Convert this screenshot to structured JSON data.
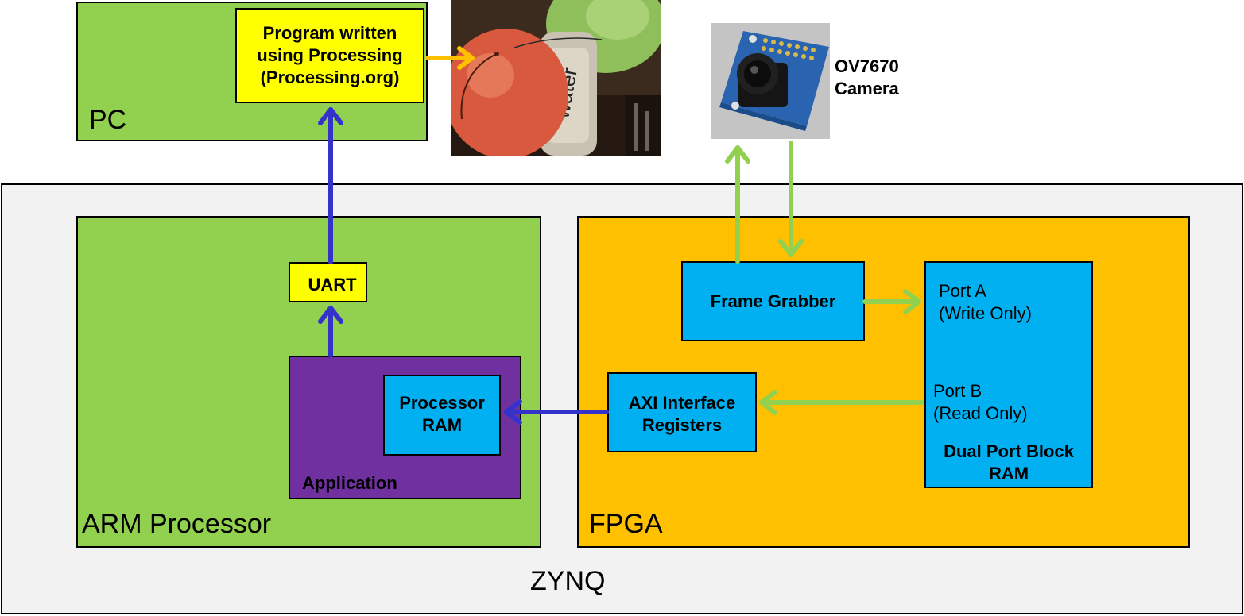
{
  "colors": {
    "green": "#92D050",
    "orange": "#FFC000",
    "yellow": "#FFFF00",
    "cyan": "#00B0F0",
    "purple": "#7030A0",
    "grey": "#F2F2F2",
    "blue_arrow": "#3333CC",
    "green_arrow": "#92D050",
    "orange_arrow": "#FFC000"
  },
  "pc": {
    "label": "PC",
    "program_line1": "Program written",
    "program_line2": "using Processing",
    "program_line3": "(Processing.org)"
  },
  "camera": {
    "line1": "OV7670",
    "line2": "Camera"
  },
  "zynq": {
    "label": "ZYNQ",
    "arm": {
      "label": "ARM Processor",
      "uart": "UART",
      "application": "Application",
      "ram_line1": "Processor",
      "ram_line2": "RAM"
    },
    "fpga": {
      "label": "FPGA",
      "frame_grabber": "Frame Grabber",
      "axi_line1": "AXI Interface",
      "axi_line2": "Registers",
      "bram": {
        "port_a_line1": "Port A",
        "port_a_line2": "(Write Only)",
        "port_b_line1": "Port B",
        "port_b_line2": "(Read Only)",
        "title_line1": "Dual Port Block",
        "title_line2": "RAM"
      }
    }
  }
}
